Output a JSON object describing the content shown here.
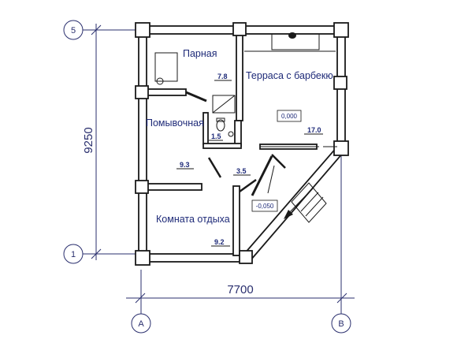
{
  "rooms": {
    "steam_room": {
      "name": "Парная",
      "area": "7.8"
    },
    "terrace": {
      "name": "Терраса с барбекю",
      "area": "17.0",
      "level": "0,000"
    },
    "washroom": {
      "name": "Помывочная",
      "area": "9.3"
    },
    "wc": {
      "area": "1.5"
    },
    "hall": {
      "area": "3.5"
    },
    "rest_room": {
      "name": "Комната отдыха",
      "area": "9.2"
    },
    "entrance": {
      "level": "-0,050"
    }
  },
  "dimensions": {
    "width": "7700",
    "height": "9250"
  },
  "axes": {
    "row_top": "5",
    "row_bottom": "1",
    "col_left": "A",
    "col_right": "B"
  }
}
